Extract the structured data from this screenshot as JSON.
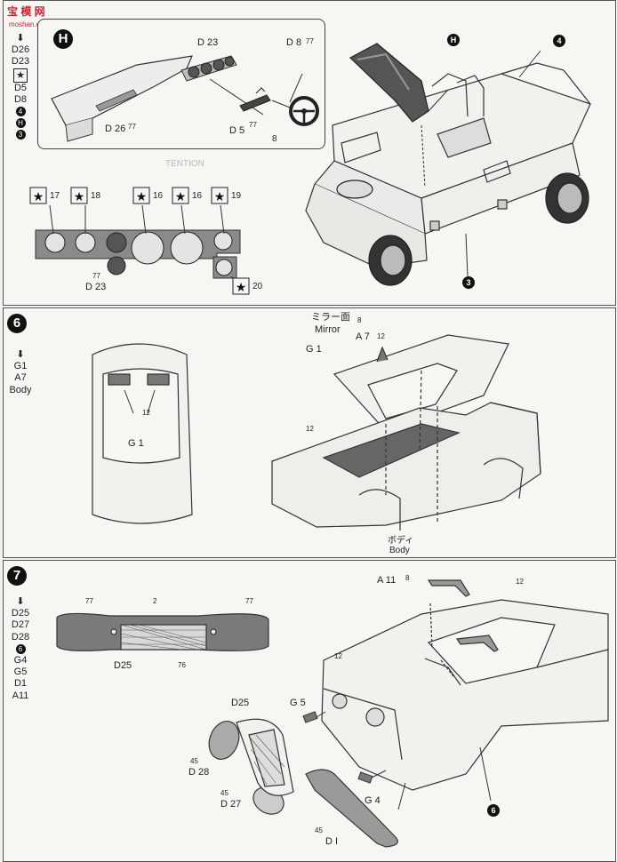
{
  "watermark": {
    "brand": "宝 模 网",
    "url": "moshan.com"
  },
  "panel1": {
    "sequence": [
      "D26",
      "D23",
      "★",
      "D5",
      "D8",
      "4",
      "H",
      "3"
    ],
    "inset_step": "H",
    "labels": {
      "d23": "D 23",
      "d8": "D 8",
      "d8_h": "77",
      "d26": "D 26",
      "d26_h": "77",
      "d5": "D 5",
      "d5_h": "77",
      "h8": "8",
      "d23b": "D 23",
      "d23b_h": "77"
    },
    "callouts": {
      "h": "H",
      "step4": "4",
      "step3": "3"
    },
    "paint_numbers": [
      "17",
      "18",
      "16",
      "16",
      "19",
      "20"
    ],
    "bg_text": "TENTION"
  },
  "panel2": {
    "step": "6",
    "sequence": [
      "G1",
      "A7",
      "Body"
    ],
    "labels": {
      "mirror_jp": "ミラー面",
      "mirror_h": "8",
      "mirror_en": "Mirror",
      "a7": "A 7",
      "a7_h": "12",
      "g1": "G 1",
      "g1_top": "G 1",
      "h12a": "12",
      "h12b": "12",
      "body_jp": "ボディ",
      "body_en": "Body"
    }
  },
  "panel3": {
    "step": "7",
    "sequence": [
      "D25",
      "D27",
      "D28",
      "6",
      "G4",
      "G5",
      "D1",
      "A11"
    ],
    "labels": {
      "h77a": "77",
      "h2": "2",
      "h77b": "77",
      "d25": "D25",
      "h76": "76",
      "a11": "A 11",
      "a11_h": "8",
      "h12a": "12",
      "h12b": "12",
      "d25b": "D25",
      "g5": "G 5",
      "h45a": "45",
      "d28": "D 28",
      "h45b": "45",
      "d27": "D 27",
      "h45c": "45",
      "d1": "D I",
      "g4": "G 4",
      "step6": "6"
    }
  },
  "colors": {
    "line": "#333333",
    "paint_fill": "#7a7a7a",
    "dark_part": "#4a4a4a",
    "paper": "#f7f6f2"
  }
}
